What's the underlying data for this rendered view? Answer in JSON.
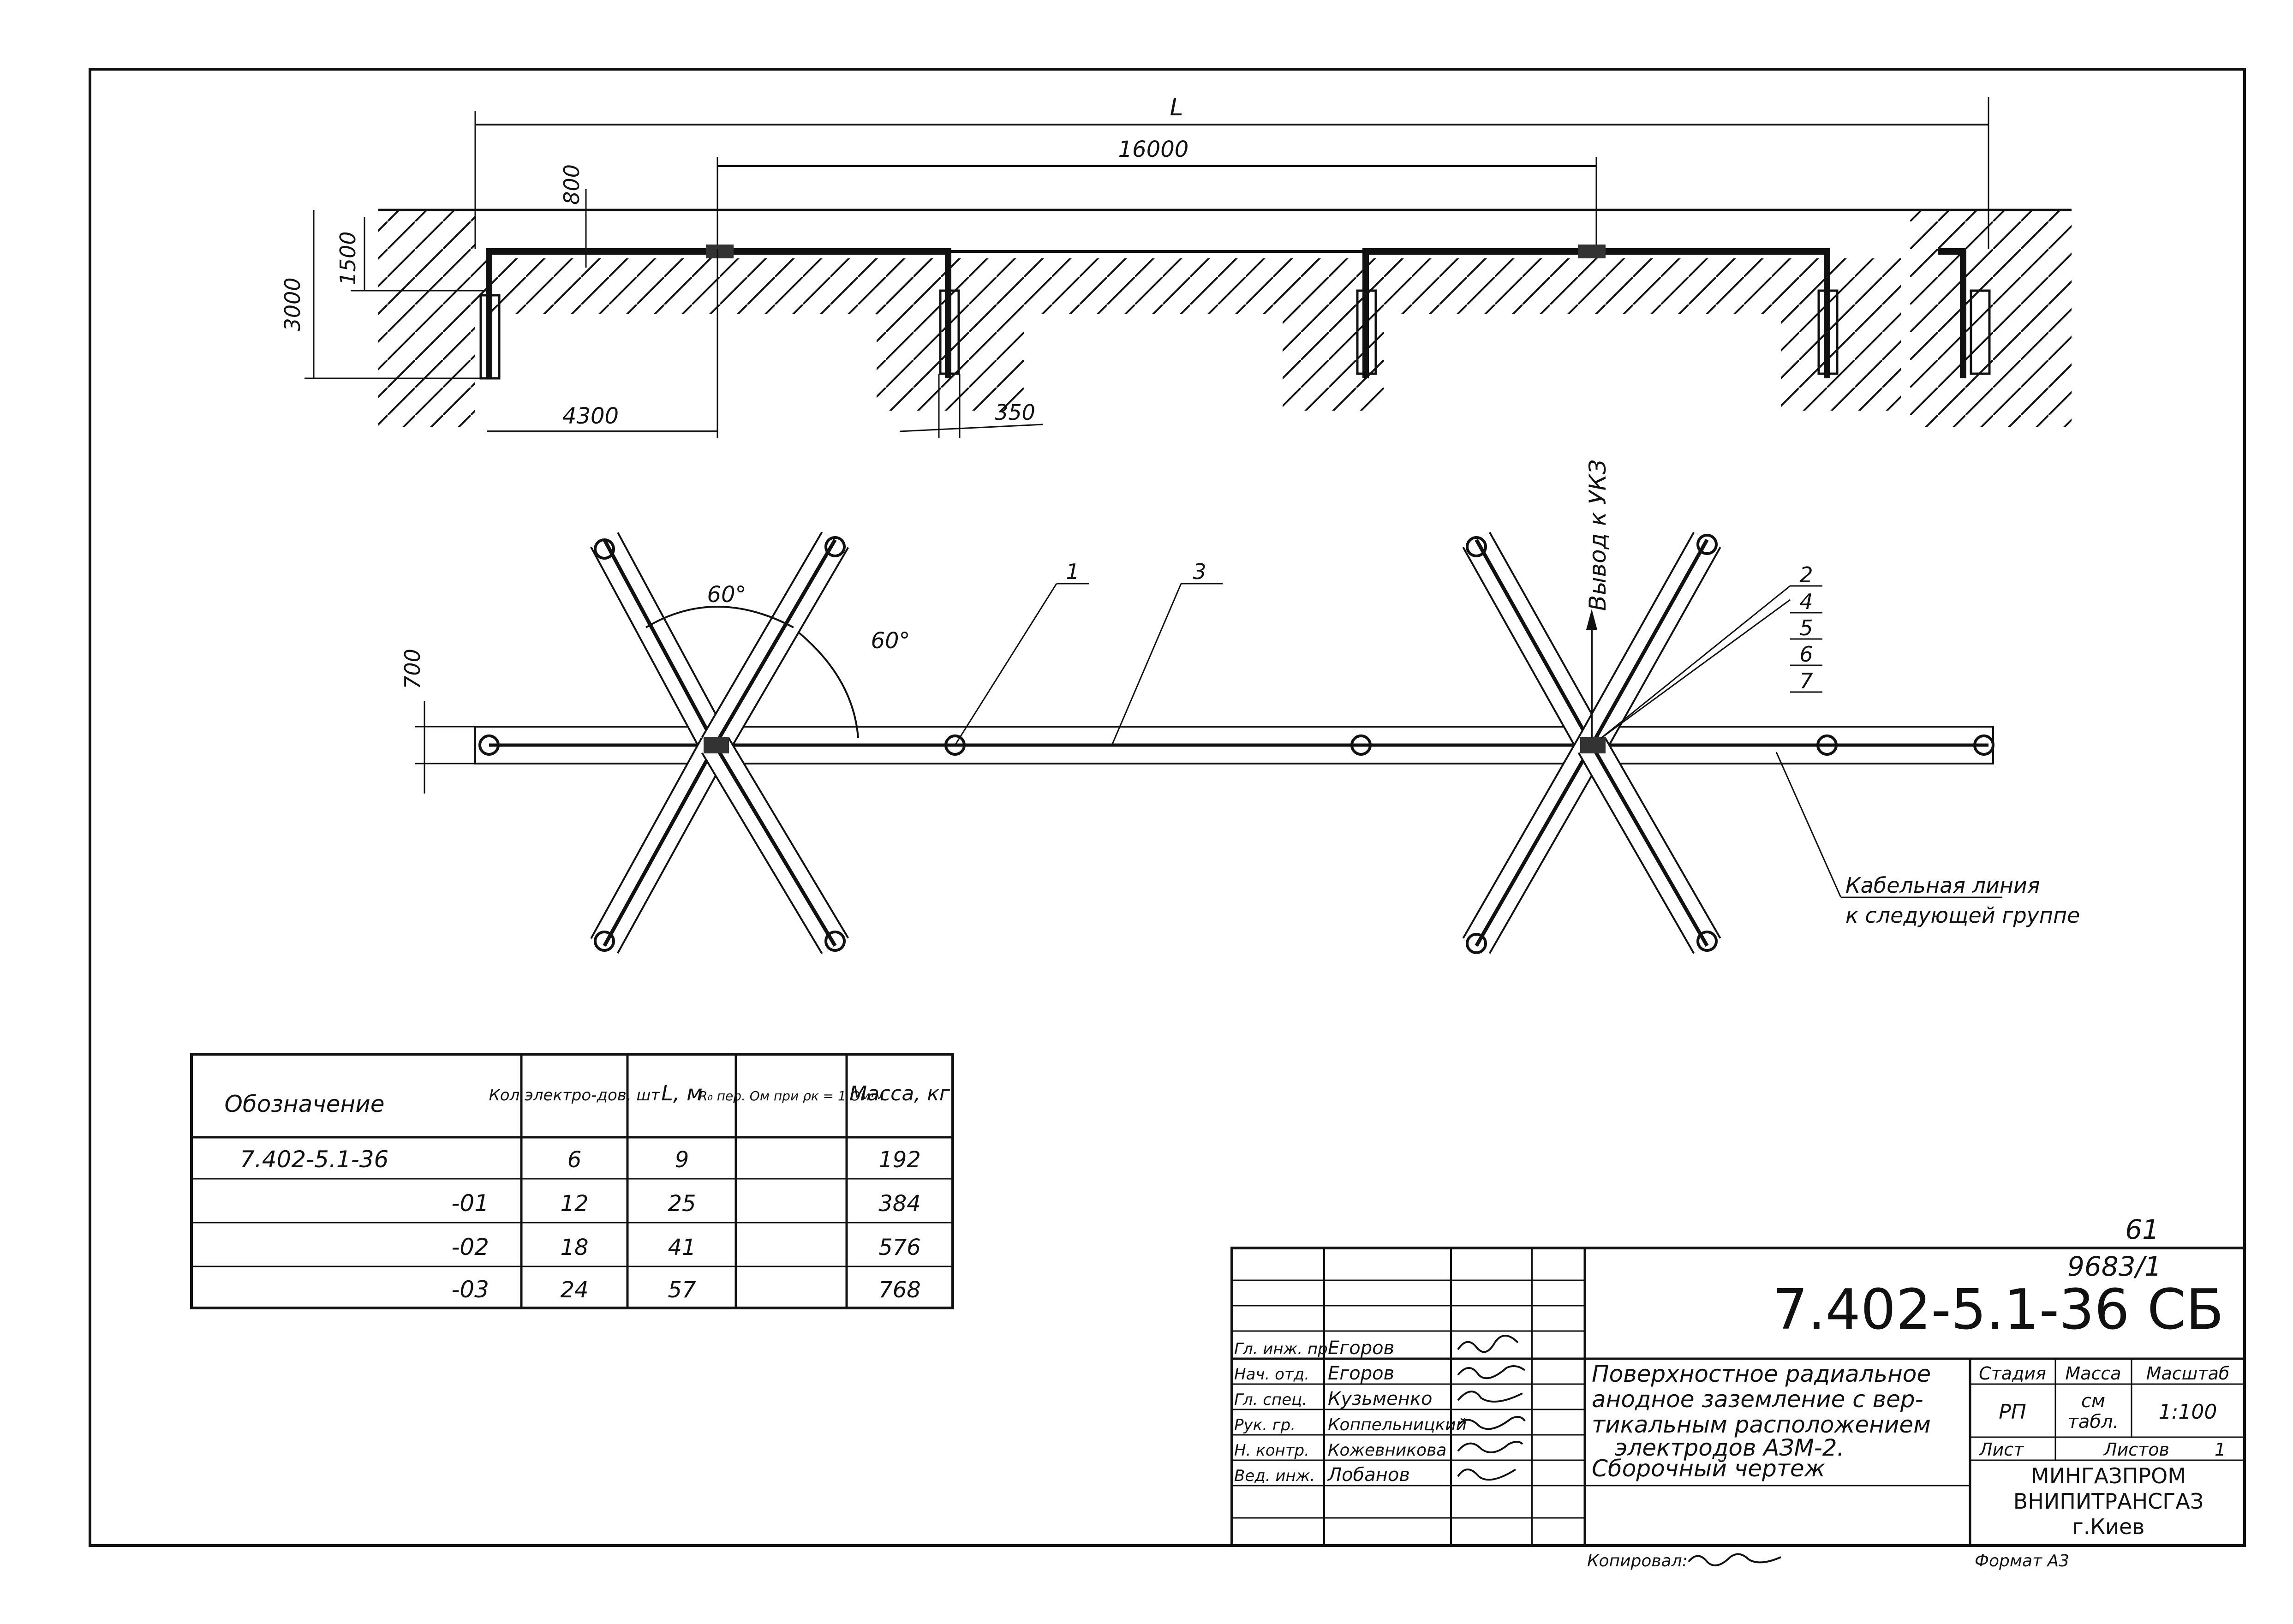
{
  "section_view": {
    "dim_L": "L",
    "dim_16000": "16000",
    "dim_800": "800",
    "dim_1500": "1500",
    "dim_3000": "3000",
    "dim_4300": "4300",
    "dim_350": "350"
  },
  "plan_view": {
    "angle_1": "60°",
    "angle_2": "60°",
    "dim_700": "700",
    "callout_1": "1",
    "callout_3": "3",
    "callouts_right": [
      "2",
      "4",
      "5",
      "6",
      "7"
    ],
    "output_label": "Вывод к УКЗ",
    "cable_label_line1": "Кабельная линия",
    "cable_label_line2": "к следующей группе"
  },
  "spec_table": {
    "headers": {
      "designation": "Обозначение",
      "count": "Кол электро-дов, шт",
      "length": "L, м",
      "resistance": "R₀ пер. Ом при ρк = 1 Ом·м",
      "mass": "Масса, кг"
    },
    "rows": [
      {
        "designation": "7.402-5.1-36",
        "count": "6",
        "length": "9",
        "resistance": "",
        "mass": "192"
      },
      {
        "designation": "-01",
        "count": "12",
        "length": "25",
        "resistance": "",
        "mass": "384"
      },
      {
        "designation": "-02",
        "count": "18",
        "length": "41",
        "resistance": "",
        "mass": "576"
      },
      {
        "designation": "-03",
        "count": "24",
        "length": "57",
        "resistance": "",
        "mass": "768"
      }
    ]
  },
  "page_marks": {
    "page_number": "61",
    "archive_number": "9683/1"
  },
  "title_block": {
    "doc_number": "7.402-5.1-36 СБ",
    "title_lines": [
      "Поверхностное радиальное",
      "анодное заземление с вер-",
      "тикальным расположением",
      "электродов АЗМ-2.",
      "Сборочный чертеж"
    ],
    "staff": [
      {
        "role": "Гл. инж. пр.",
        "name": "Егоров"
      },
      {
        "role": "Нач. отд.",
        "name": "Егоров"
      },
      {
        "role": "Гл. спец.",
        "name": "Кузьменко"
      },
      {
        "role": "Рук. гр.",
        "name": "Коппельницкий"
      },
      {
        "role": "Н. контр.",
        "name": "Кожевникова"
      },
      {
        "role": "Вед. инж.",
        "name": "Лобанов"
      }
    ],
    "stage_label": "Стадия",
    "mass_label": "Масса",
    "scale_label": "Масштаб",
    "stage_value": "РП",
    "mass_value_line1": "см",
    "mass_value_line2": "табл.",
    "scale_value": "1:100",
    "sheet_label": "Лист",
    "sheets_label": "Листов",
    "sheets_value": "1",
    "org_line1": "МИНГАЗПРОМ",
    "org_line2": "ВНИПИТРАНСГАЗ",
    "org_line3": "г.Киев"
  },
  "footer": {
    "copied_by": "Копировал:",
    "format": "Формат А3"
  }
}
